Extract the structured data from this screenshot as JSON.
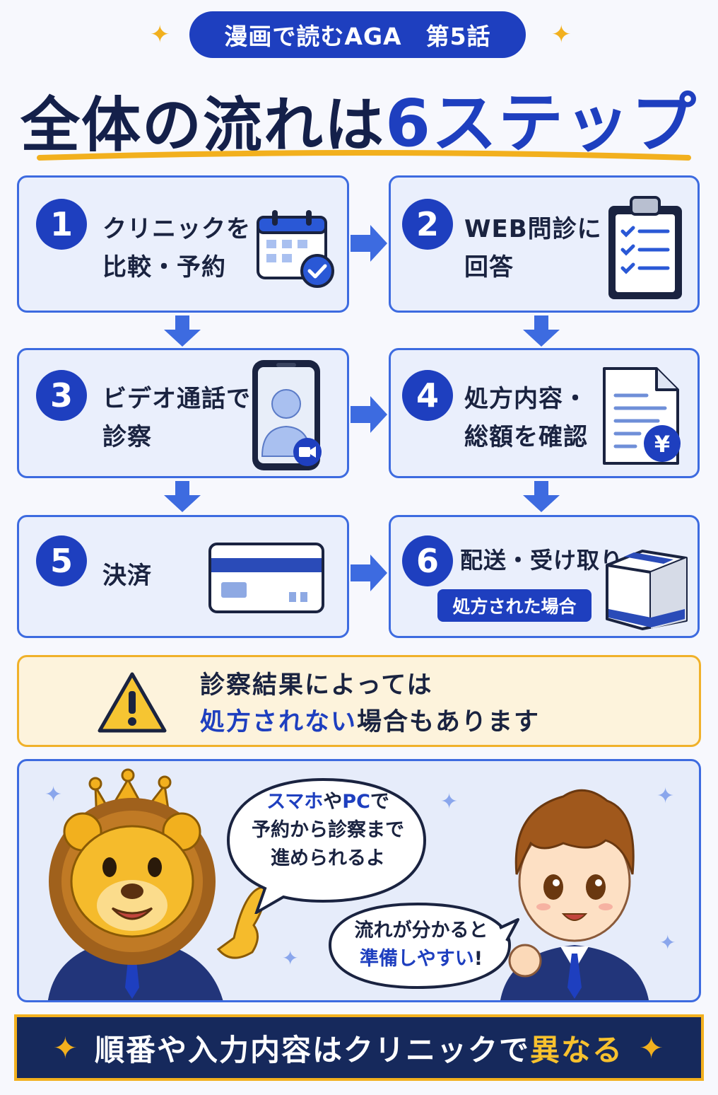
{
  "header": {
    "series_label": "漫画で読むAGA　第5話",
    "title_prefix": "全体の流れは",
    "title_highlight": "6ステップ"
  },
  "steps": [
    {
      "number": "1",
      "label": "クリニックを\n比較・予約",
      "icon": "calendar-check-icon"
    },
    {
      "number": "2",
      "label": "WEB問診に\n回答",
      "icon": "clipboard-checklist-icon"
    },
    {
      "number": "3",
      "label": "ビデオ通話で\n診察",
      "icon": "smartphone-video-call-icon"
    },
    {
      "number": "4",
      "label": "処方内容・\n総額を確認",
      "icon": "document-yen-icon"
    },
    {
      "number": "5",
      "label": "決済",
      "icon": "credit-card-icon"
    },
    {
      "number": "6",
      "label": "配送・受け取り",
      "badge": "処方された場合",
      "icon": "package-box-icon"
    }
  ],
  "warning": {
    "line1": "診察結果によっては",
    "line2_highlight": "処方されない",
    "line2_rest": "場合もあります",
    "icon": "warning-triangle-icon"
  },
  "scene": {
    "lion_bubble": {
      "line1_highlight_a": "スマホ",
      "line1_mid": "や",
      "line1_highlight_b": "PC",
      "line1_end": "で",
      "line2": "予約から診察まで",
      "line3": "進められるよ"
    },
    "boy_bubble": {
      "line1": "流れが分かると",
      "line2_highlight": "準備しやすい",
      "line2_end": "!"
    }
  },
  "footer": {
    "text_prefix": "順番や入力内容はクリニックで",
    "text_highlight": "異なる"
  },
  "colors": {
    "primary_blue": "#1e3fbf",
    "card_border": "#3d6be0",
    "accent_gold": "#f2b01e",
    "navy": "#16295c",
    "warning_bg": "#fdf3dc"
  }
}
